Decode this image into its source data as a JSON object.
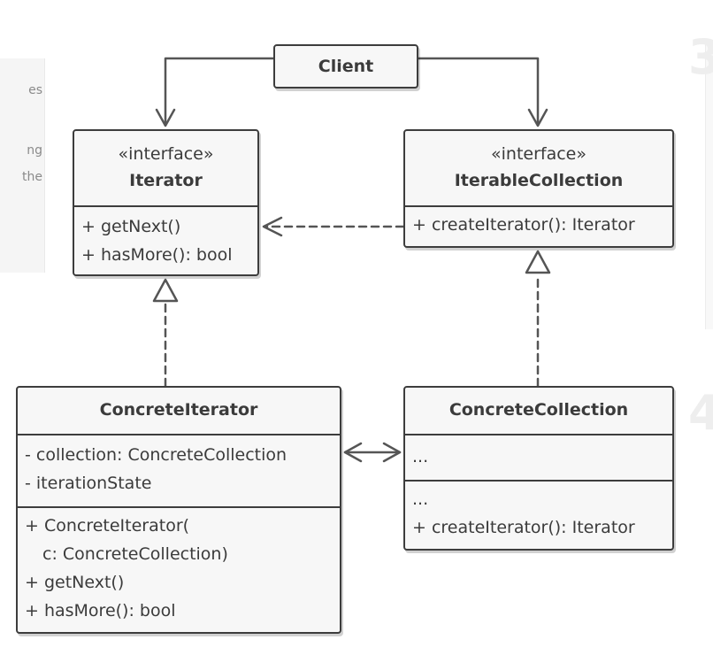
{
  "side_fragments": {
    "left": [
      "es",
      "ng",
      "the"
    ],
    "right_numbers": [
      "3",
      "4"
    ]
  },
  "client": {
    "label": "Client"
  },
  "iterator": {
    "stereotype": "«interface»",
    "name": "Iterator",
    "methods": [
      "+ getNext()",
      "+ hasMore(): bool"
    ]
  },
  "iterable_collection": {
    "stereotype": "«interface»",
    "name": "IterableCollection",
    "methods": [
      "+ createIterator(): Iterator"
    ]
  },
  "concrete_iterator": {
    "name": "ConcreteIterator",
    "fields": [
      "- collection: ConcreteCollection",
      "- iterationState"
    ],
    "methods": [
      "+ ConcreteIterator(",
      "c: ConcreteCollection)",
      "+ getNext()",
      "+ hasMore(): bool"
    ]
  },
  "concrete_collection": {
    "name": "ConcreteCollection",
    "fields": [
      "..."
    ],
    "methods": [
      "...",
      "+ createIterator(): Iterator"
    ]
  },
  "colors": {
    "stroke": "#3d3d3d",
    "box_fill": "#f7f7f7",
    "connector": "#555555"
  }
}
